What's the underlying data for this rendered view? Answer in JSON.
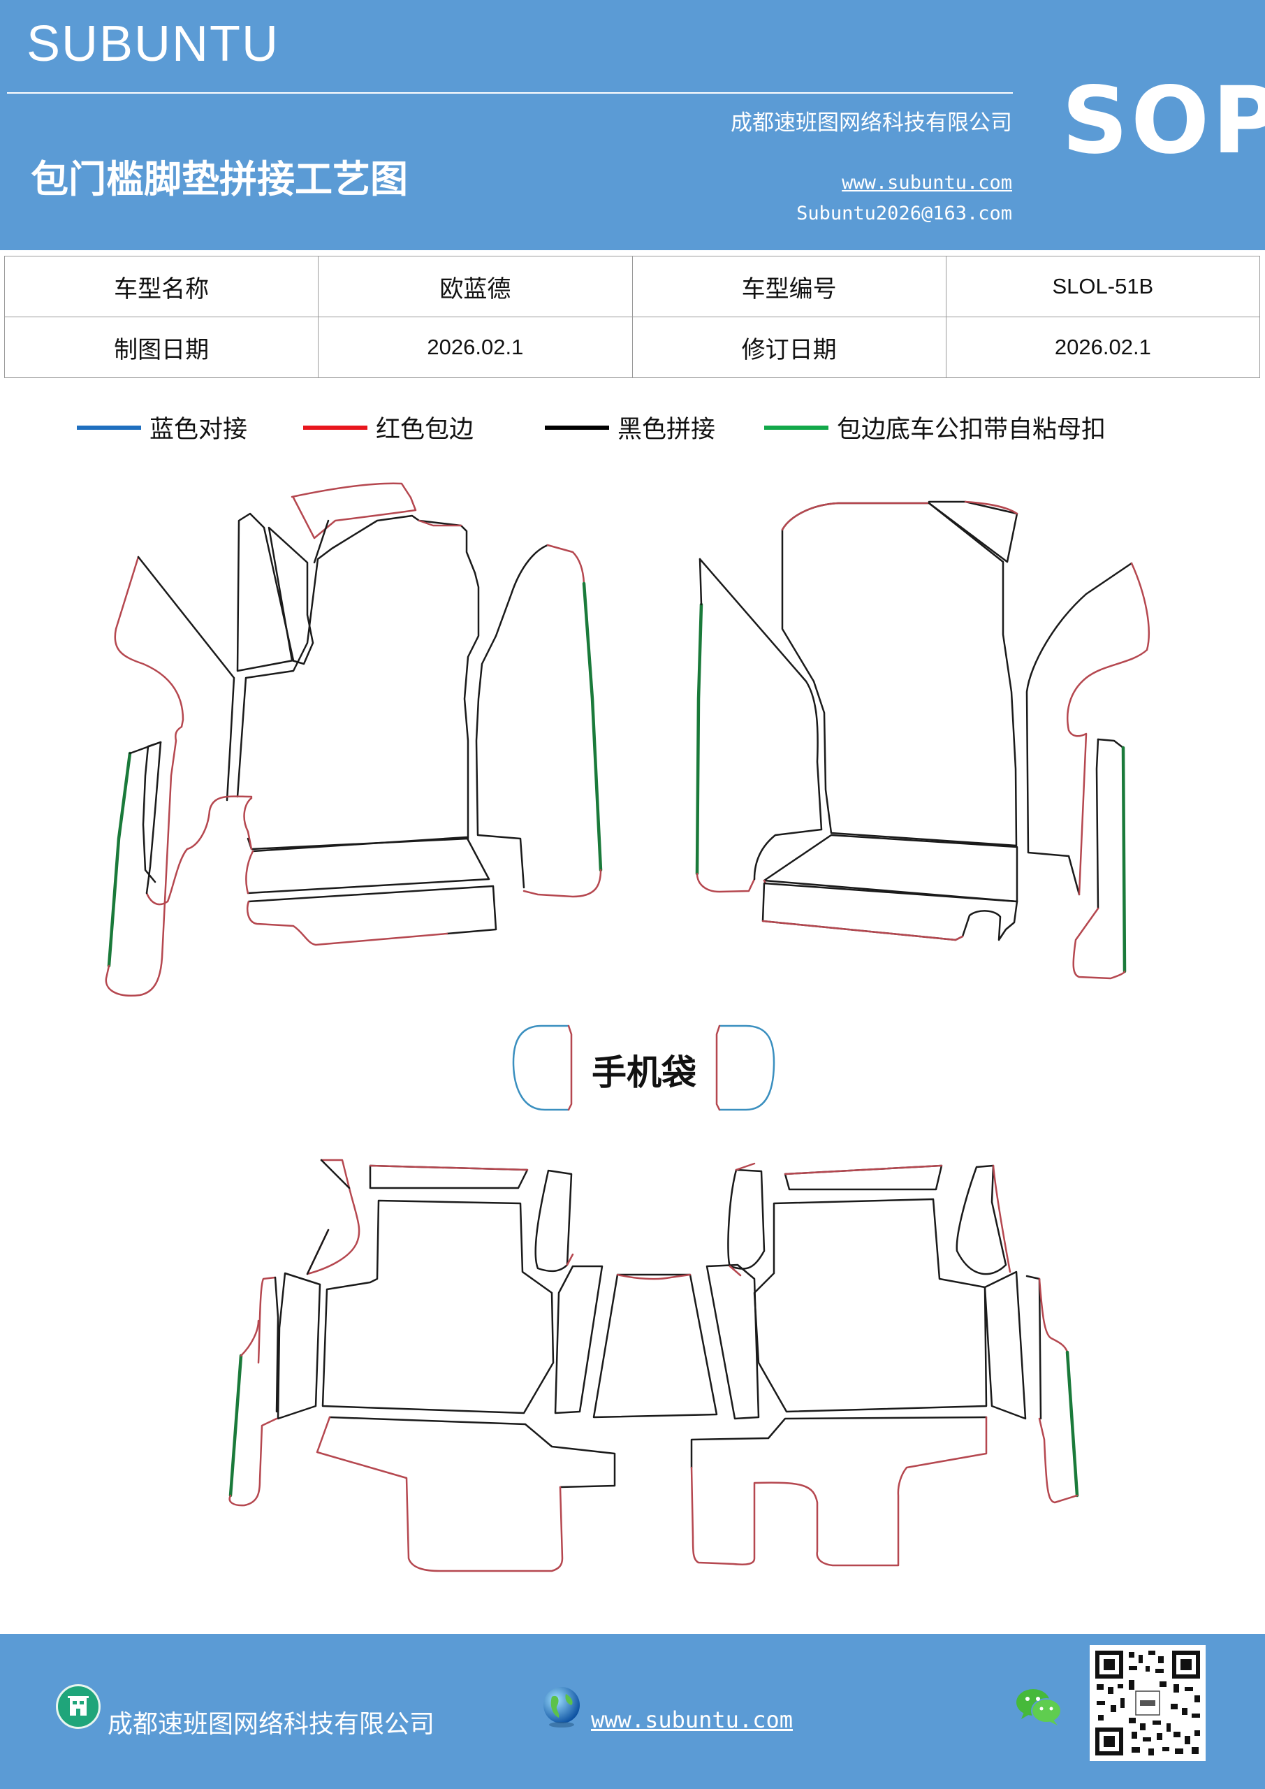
{
  "header": {
    "brand": "SUBUNTU",
    "company": "成都速班图网络科技有限公司",
    "title": "包门槛脚垫拼接工艺图",
    "website": "www.subuntu.com",
    "email": "Subuntu2026@163.com",
    "badge": "SOP"
  },
  "info": {
    "model_name_label": "车型名称",
    "model_name": "欧蓝德",
    "model_code_label": "车型编号",
    "model_code": "SLOL-51B",
    "draw_date_label": "制图日期",
    "draw_date": "2026.02.1",
    "revise_date_label": "修订日期",
    "revise_date": "2026.02.1"
  },
  "legend": [
    {
      "label": "蓝色对接",
      "color": "#1f6fbf"
    },
    {
      "label": "红色包边",
      "color": "#e8161d"
    },
    {
      "label": "黑色拼接",
      "color": "#000000"
    },
    {
      "label": "包边底车公扣带自粘母扣",
      "color": "#12a84a"
    }
  ],
  "diagram": {
    "pocket_label": "手机袋"
  },
  "footer": {
    "company": "成都速班图网络科技有限公司",
    "website": "www.subuntu.com"
  },
  "colors": {
    "brand_blue": "#5b9bd5",
    "edge_red": "#b5474f",
    "seam_black": "#1a1a1a",
    "velcro_green": "#1a7a3a",
    "join_blue": "#3a8fbf"
  }
}
